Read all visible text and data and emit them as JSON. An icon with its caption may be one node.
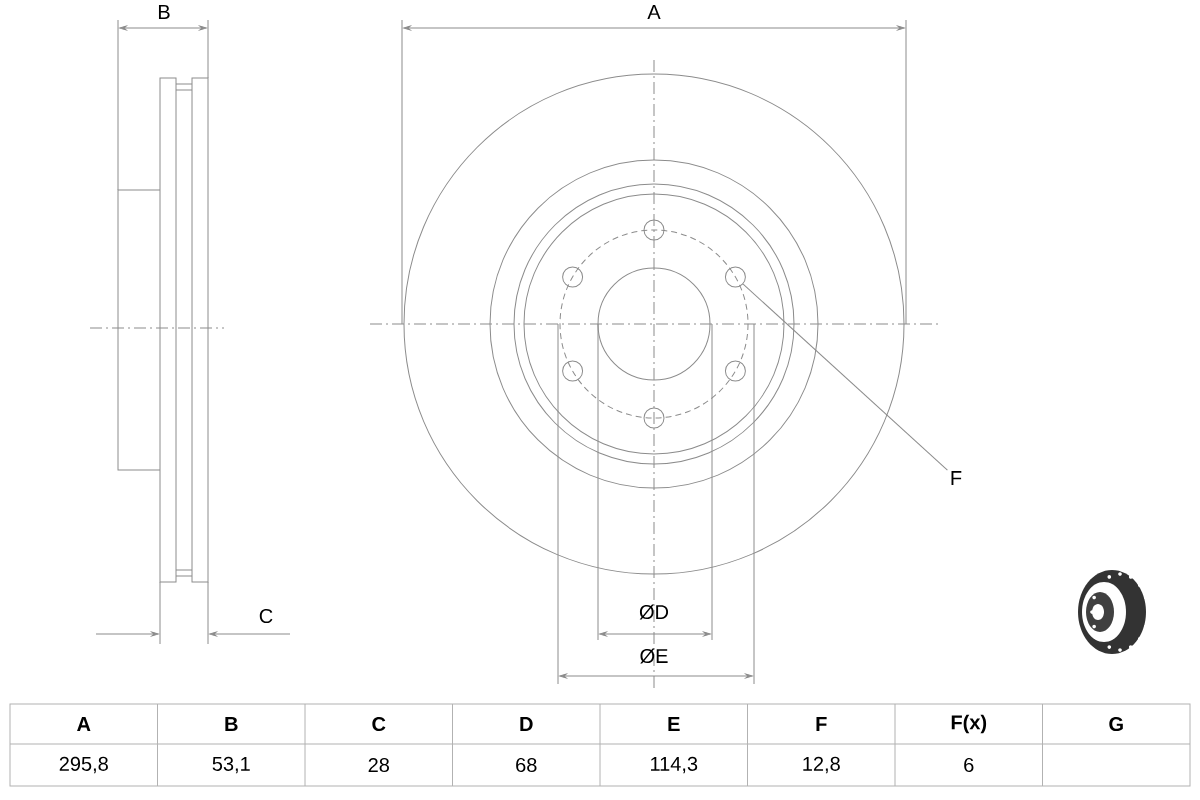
{
  "diagram": {
    "nodes": [
      {
        "text": [
          "F"
        ]
      },
      {
        "text": [],
        "shape": "circle"
      }
    ],
    "edges": [
      {
        "from": 0,
        "to": 1,
        "arrow": "none"
      }
    ],
    "labels": [
      "B",
      "A",
      "C",
      "ØD",
      "ØE",
      "A",
      "B",
      "C",
      "D",
      "E",
      "F",
      "F(x)",
      "G",
      "295,8",
      "53,1",
      "28",
      "68",
      "114,3",
      "12,8",
      "6"
    ]
  }
}
